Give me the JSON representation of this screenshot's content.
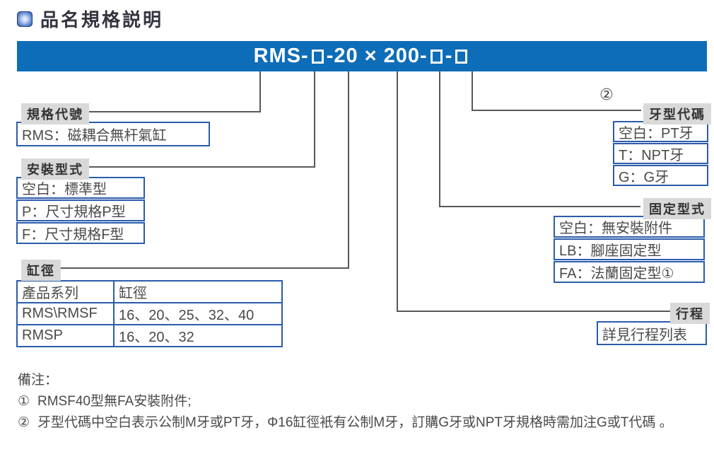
{
  "page_title": {
    "text": "品名規格説明"
  },
  "banner": {
    "part1": "RMS-",
    "part2": "-20 × 200-",
    "part3": "-",
    "full_code": "RMS-□-20×200-□-□"
  },
  "callouts": {
    "spec_code": {
      "label": "規格代號",
      "value": "RMS：磁耦合無杆氣缸"
    },
    "mounting": {
      "label": "安裝型式",
      "options": [
        "空白：標準型",
        "P：尺寸規格P型",
        "F：尺寸規格F型"
      ]
    },
    "bore": {
      "label": "缸徑",
      "table": {
        "headers": [
          "產品系列",
          "缸徑"
        ],
        "rows": [
          [
            "RMS\\RMSF",
            "16、20、25、32、40"
          ],
          [
            "RMSP",
            "16、20、32"
          ]
        ]
      }
    },
    "stroke": {
      "label": "行程",
      "value": "詳見行程列表"
    },
    "fixing": {
      "label": "固定型式",
      "options": [
        "空白：無安裝附件",
        "LB：腳座固定型",
        "FA：法蘭固定型①"
      ]
    },
    "thread": {
      "label": "牙型代碼",
      "ref_mark": "②",
      "options": [
        "空白：PT牙",
        "T：NPT牙",
        "G：G牙"
      ]
    }
  },
  "notes": {
    "heading": "備注：",
    "items": [
      {
        "marker": "①",
        "text": "RMSF40型無FA安裝附件;"
      },
      {
        "marker": "②",
        "text": "牙型代碼中空白表示公制M牙或PT牙，Φ16缸徑衹有公制M牙，訂購G牙或NPT牙規格時需加注G或T代碼 。"
      }
    ]
  },
  "colors": {
    "banner_blue": "#0d6db8",
    "box_border_blue": "#2b5cab",
    "chip_gray": "#d9d9d9",
    "line_gray": "#57585a"
  }
}
